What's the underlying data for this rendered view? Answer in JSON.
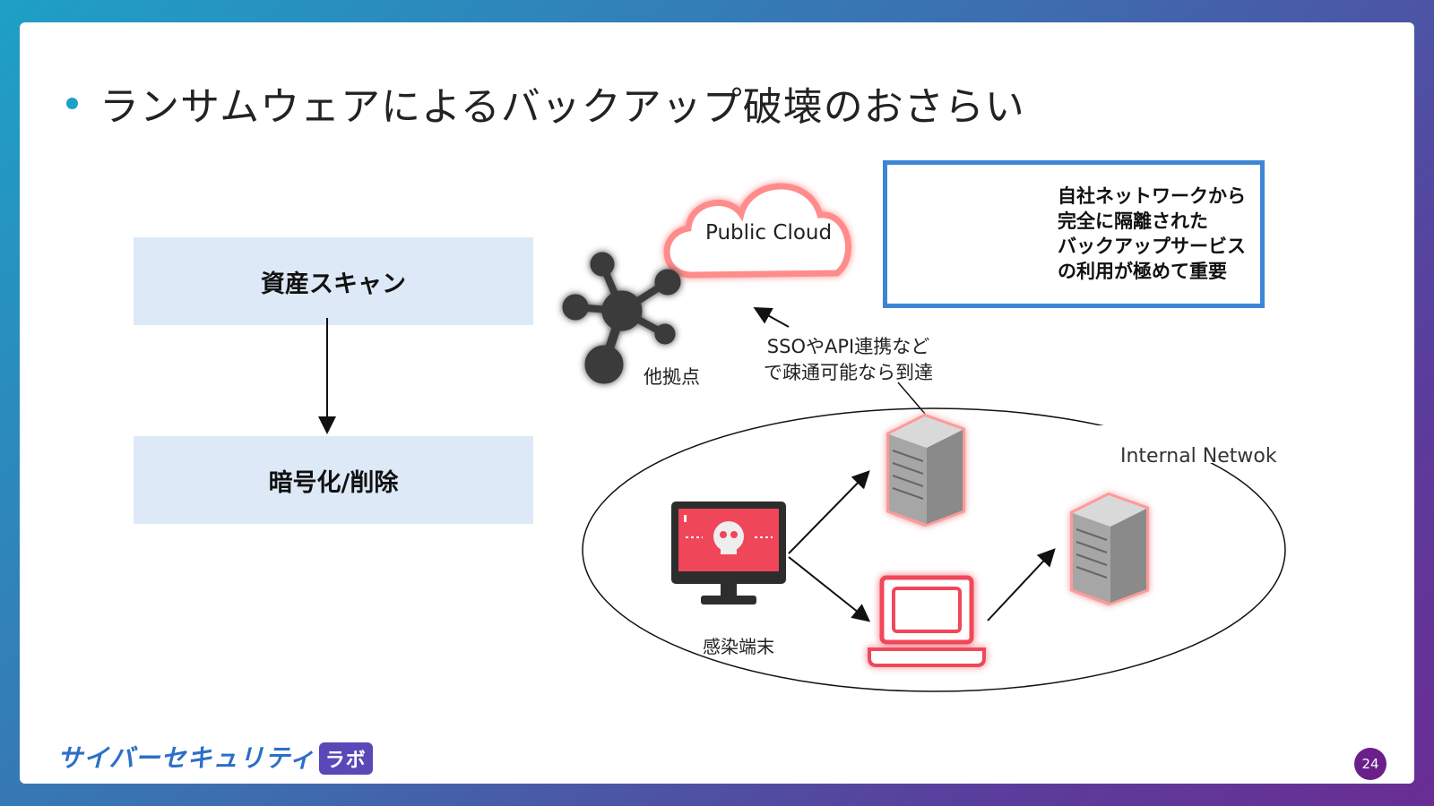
{
  "slide": {
    "title": "ランサムウェアによるバックアップ破壊のおさらい",
    "page_number": "24"
  },
  "flow": {
    "step1": "資産スキャン",
    "step2": "暗号化/削除"
  },
  "diagram": {
    "cloud_label": "Public Cloud",
    "hub_label": "他拠点",
    "sso_line1": "SSOやAPI連携など",
    "sso_line2": "で疎通可能なら到達",
    "internal_label": "Internal Netwok",
    "infected_label": "感染端末"
  },
  "callout": {
    "line1": "自社ネットワークから",
    "line2": "完全に隔離された",
    "line3": "バックアップサービス",
    "line4": "の利用が極めて重要"
  },
  "logo": {
    "text": "サイバーセキュリティ",
    "badge": "ラボ"
  },
  "colors": {
    "accent": "#1ba0c8",
    "flow_box": "#dde9f6",
    "callout_border": "#3d86d6",
    "glow": "#ff9a9a",
    "threat_red": "#f0465a"
  }
}
